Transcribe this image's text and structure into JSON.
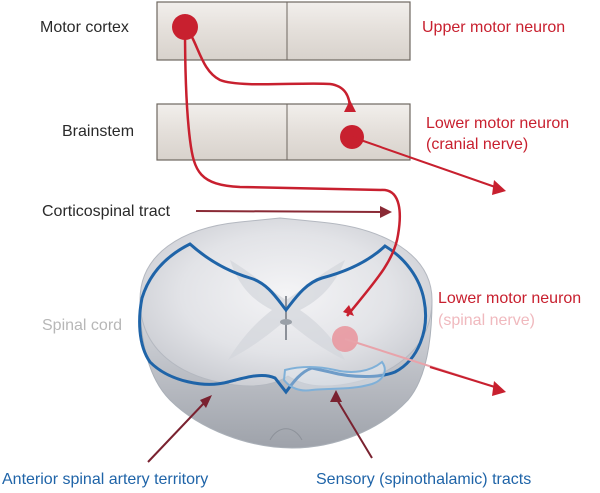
{
  "labels": {
    "motor_cortex": "Motor cortex",
    "brainstem": "Brainstem",
    "corticospinal_tract": "Corticospinal tract",
    "spinal_cord": "Spinal cord",
    "upper_motor_neuron": "Upper motor neuron",
    "lower_motor_neuron_cranial_line1": "Lower motor neuron",
    "lower_motor_neuron_cranial_line2": "(cranial nerve)",
    "lower_motor_neuron_spinal_line1": "Lower motor neuron",
    "lower_motor_neuron_spinal_line2": "(spinal nerve)",
    "anterior_spinal_artery_territory": "Anterior spinal artery territory",
    "sensory_tracts": "Sensory (spinothalamic) tracts"
  },
  "colors": {
    "neuron_red": "#c8202f",
    "artery_blue": "#1f64a8",
    "box_fill": "#e6e1dc",
    "box_border": "#6e6760",
    "pointer_arrow": "#7a2230"
  }
}
